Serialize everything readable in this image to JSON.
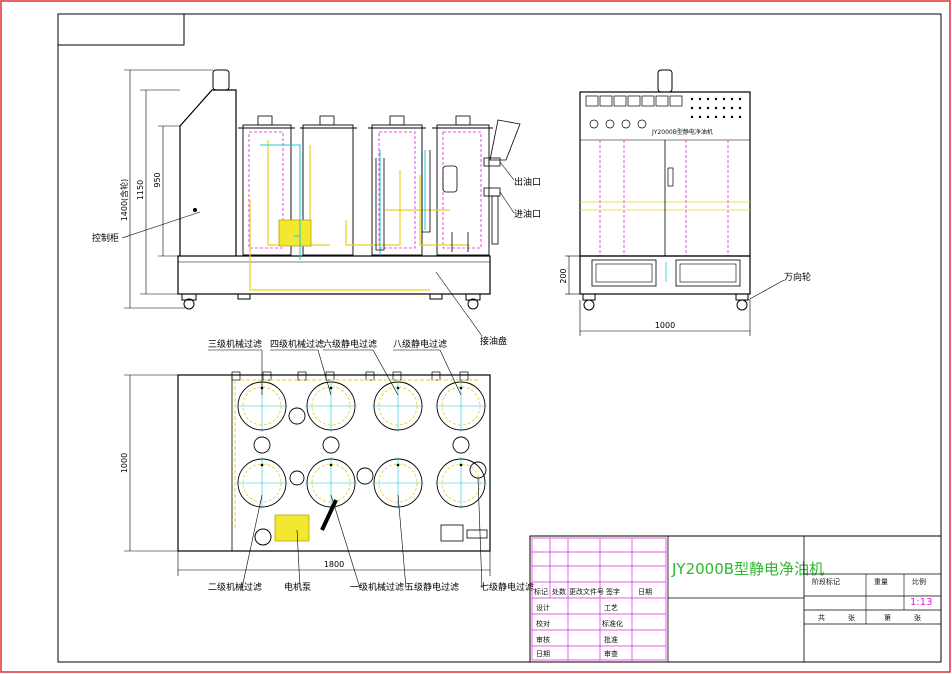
{
  "drawing": {
    "title": "JY2000B型静电净油机",
    "scale_value": "1:13"
  },
  "front_view": {
    "dims": {
      "overall_height": "1400(含轮)",
      "h1150": "1150",
      "h950": "950"
    },
    "callouts": {
      "control_cabinet": "控制柜",
      "oil_outlet": "出油口",
      "oil_inlet": "进油口",
      "oil_tray": "接油盘"
    }
  },
  "side_view": {
    "panel_text": "JY2000B型静电净油机",
    "dims": {
      "base_height": "200",
      "width": "1000"
    },
    "callouts": {
      "caster": "万向轮"
    }
  },
  "top_view": {
    "dims": {
      "depth": "1000",
      "length": "1800"
    },
    "callouts_top": [
      "三级机械过滤",
      "四级机械过滤",
      "六级静电过滤",
      "八级静电过滤"
    ],
    "callouts_bottom": [
      "二级机械过滤",
      "电机泵",
      "一级机械过滤",
      "五级静电过滤",
      "七级静电过滤"
    ]
  },
  "title_block": {
    "header_row": [
      "标记",
      "处数",
      "更改文件号",
      "签字",
      "日期"
    ],
    "left_rows": [
      [
        "设计",
        "",
        "工艺",
        ""
      ],
      [
        "校对",
        "",
        "标准化",
        ""
      ],
      [
        "审核",
        "",
        "批准",
        ""
      ],
      [
        "日期",
        "",
        "审查",
        ""
      ]
    ],
    "right_header": [
      "阶段标记",
      "重量",
      "比例"
    ],
    "right_footer": [
      "共",
      "张",
      "第",
      "张"
    ]
  }
}
